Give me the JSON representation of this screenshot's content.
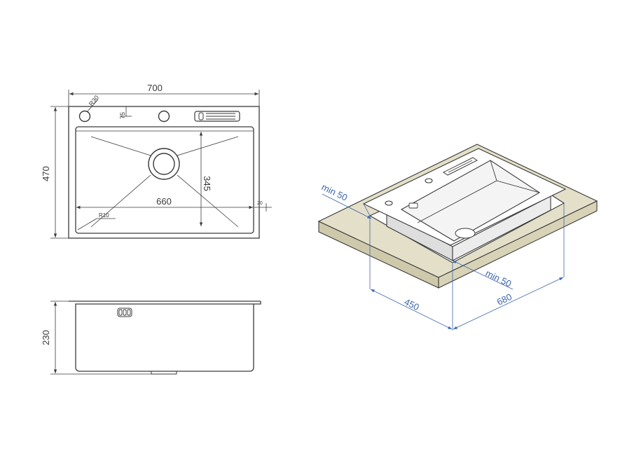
{
  "top_view": {
    "width": "700",
    "height": "470",
    "corner_radius": "R30",
    "tap_offset": "75",
    "inner_width": "660",
    "inner_depth": "345",
    "side_margin": "20",
    "inner_radius": "R10"
  },
  "side_view": {
    "depth": "230"
  },
  "install_view": {
    "min_left": "min 50",
    "min_right": "min 50",
    "cutout_depth": "450",
    "cutout_width": "680"
  },
  "colors": {
    "line": "#3a3a3a",
    "counter_top": "#e3dfc8",
    "counter_edge": "#cfc9ac",
    "dimension_blue": "#3d66ad"
  }
}
